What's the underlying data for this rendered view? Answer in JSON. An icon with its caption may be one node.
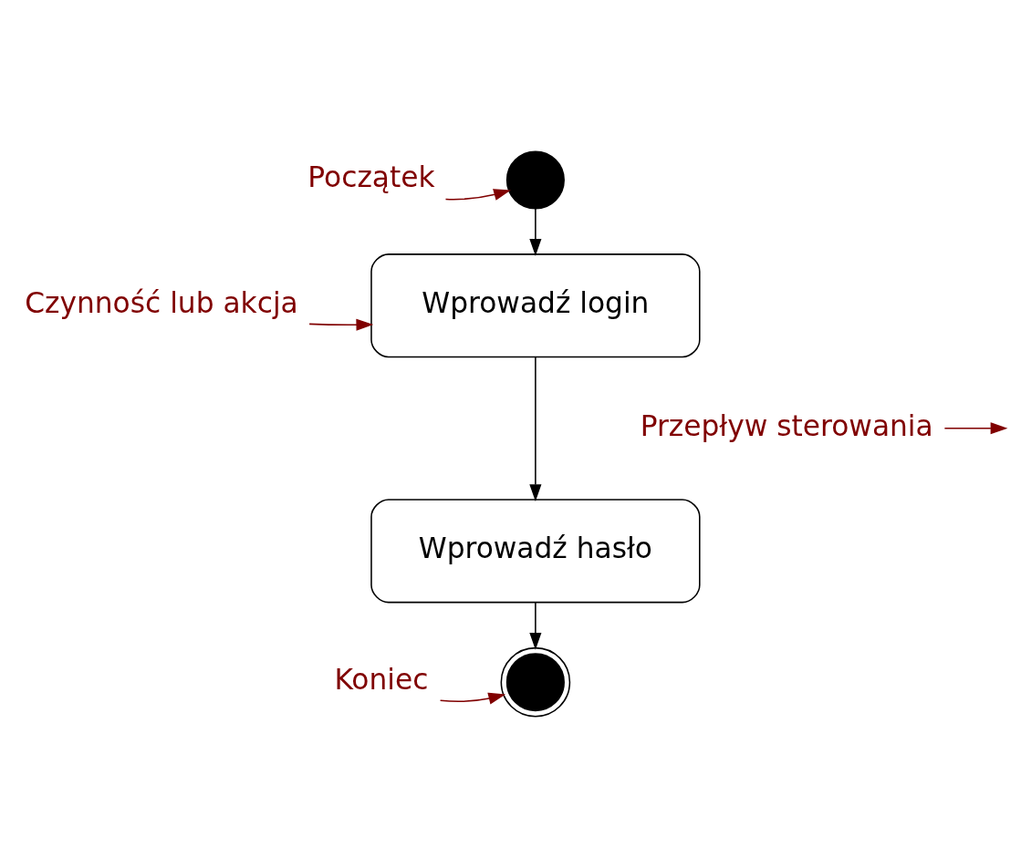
{
  "diagram": {
    "nodes": [
      {
        "text": [],
        "shape": "circle"
      },
      {
        "text": [
          "Wprowadź login"
        ]
      },
      {
        "text": [
          "Wprowadź hasło"
        ]
      },
      {
        "text": [],
        "shape": "bullseye"
      },
      {
        "text": [
          "Początek"
        ]
      },
      {
        "text": [
          "Czynność lub akcja"
        ]
      },
      {
        "text": [
          "Przepływ sterowania"
        ]
      },
      {
        "text": [
          "Koniec"
        ]
      }
    ],
    "edges": [
      {
        "from": 0,
        "to": 1,
        "arrow": "to",
        "color": "#000000"
      },
      {
        "from": 1,
        "to": 2,
        "arrow": "to",
        "color": "#000000"
      },
      {
        "from": 2,
        "to": 3,
        "arrow": "to",
        "color": "#000000"
      },
      {
        "from": 4,
        "to": 0,
        "arrow": "to"
      },
      {
        "from": 5,
        "to": 1,
        "arrow": "to"
      },
      {
        "from": 6,
        "to": null,
        "arrow": "to"
      },
      {
        "from": 7,
        "to": 3,
        "arrow": "to"
      }
    ]
  }
}
